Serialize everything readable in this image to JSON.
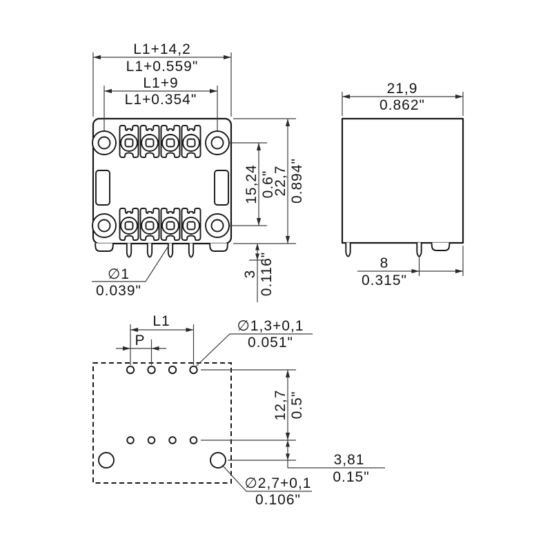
{
  "front": {
    "overall_width": {
      "metric": "L1+14,2",
      "inch": "L1+0.559\""
    },
    "fixing_span": {
      "metric": "L1+9",
      "inch": "L1+0.354\""
    },
    "row_spacing": {
      "metric": "15,24",
      "inch": "0.6\""
    },
    "height": {
      "metric": "22,7",
      "inch": "0.894\""
    },
    "pin_length": {
      "metric": "3",
      "inch": "0.116\""
    },
    "pin_diameter": {
      "metric": "∅1",
      "inch": "0.039\""
    }
  },
  "side": {
    "depth": {
      "metric": "21,9",
      "inch": "0.862\""
    },
    "pin_to_edge": {
      "metric": "8",
      "inch": "0.315\""
    }
  },
  "footprint": {
    "l1_label": "L1",
    "pitch_label": "P",
    "hole_diameter": {
      "metric": "∅1,3+0,1",
      "inch": "0.051\""
    },
    "row_spacing": {
      "metric": "12,7",
      "inch": "0.5\""
    },
    "peg_row_offset": {
      "metric": "3,81",
      "inch": "0.15\""
    },
    "peg_diameter": {
      "metric": "∅2,7+0,1",
      "inch": "0.106\""
    }
  }
}
